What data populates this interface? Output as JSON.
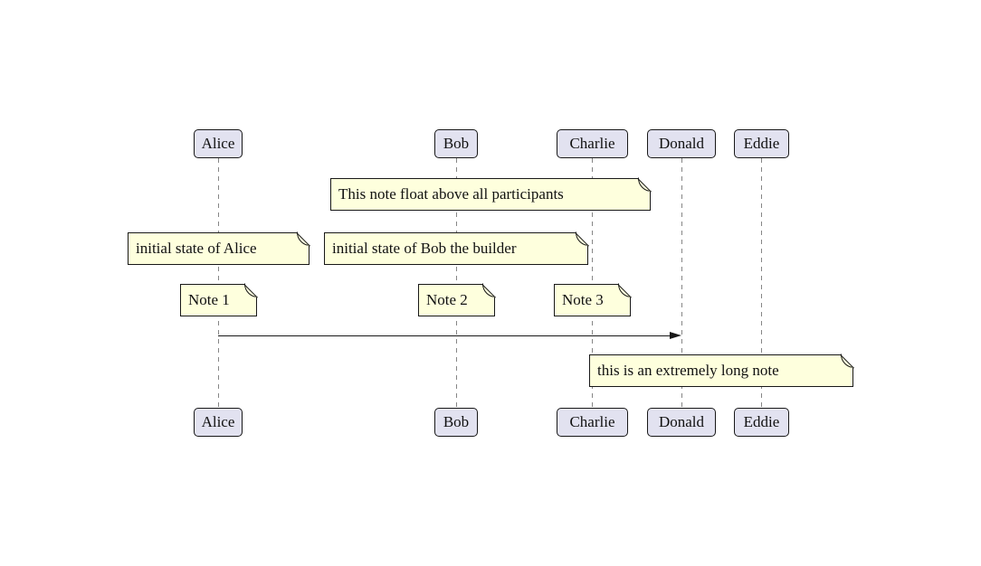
{
  "diagram": {
    "type": "sequence-diagram",
    "participants": [
      {
        "name": "Alice"
      },
      {
        "name": "Bob"
      },
      {
        "name": "Charlie"
      },
      {
        "name": "Donald"
      },
      {
        "name": "Eddie"
      }
    ],
    "notes": {
      "floating": "This note float above all participants",
      "alice_state": "initial state of Alice",
      "bob_state": "initial state of Bob the builder",
      "note1": "Note 1",
      "note2": "Note 2",
      "note3": "Note 3",
      "long_note": "this is an extremely long note"
    },
    "messages": [
      {
        "from": "Alice",
        "to": "Donald"
      }
    ],
    "colors": {
      "background": "#FFFFFF",
      "participant_fill": "#E2E2F0",
      "participant_border": "#181818",
      "note_fill": "#FEFFDD",
      "note_border": "#181818",
      "lifeline": "#868686",
      "arrow": "#181818",
      "text": "#111111"
    }
  }
}
